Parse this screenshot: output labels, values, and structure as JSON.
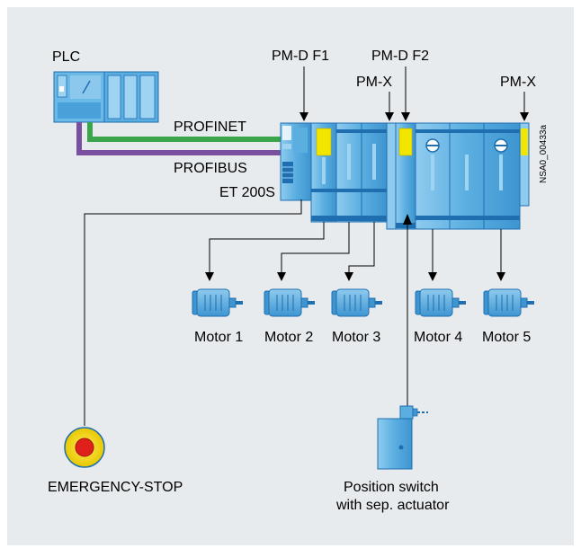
{
  "diagram": {
    "labels": {
      "plc": "PLC",
      "profinet": "PROFINET",
      "profibus": "PROFIBUS",
      "et200s": "ET 200S",
      "pmd_f1": "PM-D F1",
      "pmd_f2": "PM-D F2",
      "pmx_1": "PM-X",
      "pmx_2": "PM-X",
      "doc_id": "NSA0_00433a",
      "motors": [
        "Motor 1",
        "Motor 2",
        "Motor 3",
        "Motor 4",
        "Motor 5"
      ],
      "emergency_stop": "EMERGENCY-STOP",
      "position_switch_line1": "Position switch",
      "position_switch_line2": "with sep. actuator"
    },
    "colors": {
      "background": "#e8ebee",
      "module_blue": "#5aaee0",
      "module_light": "#9fd3f2",
      "module_dark": "#1f6fb0",
      "profinet": "#3aa54a",
      "profibus": "#7b4fa0",
      "safety_yellow": "#f2e600",
      "estop_red": "#e0201a"
    }
  }
}
